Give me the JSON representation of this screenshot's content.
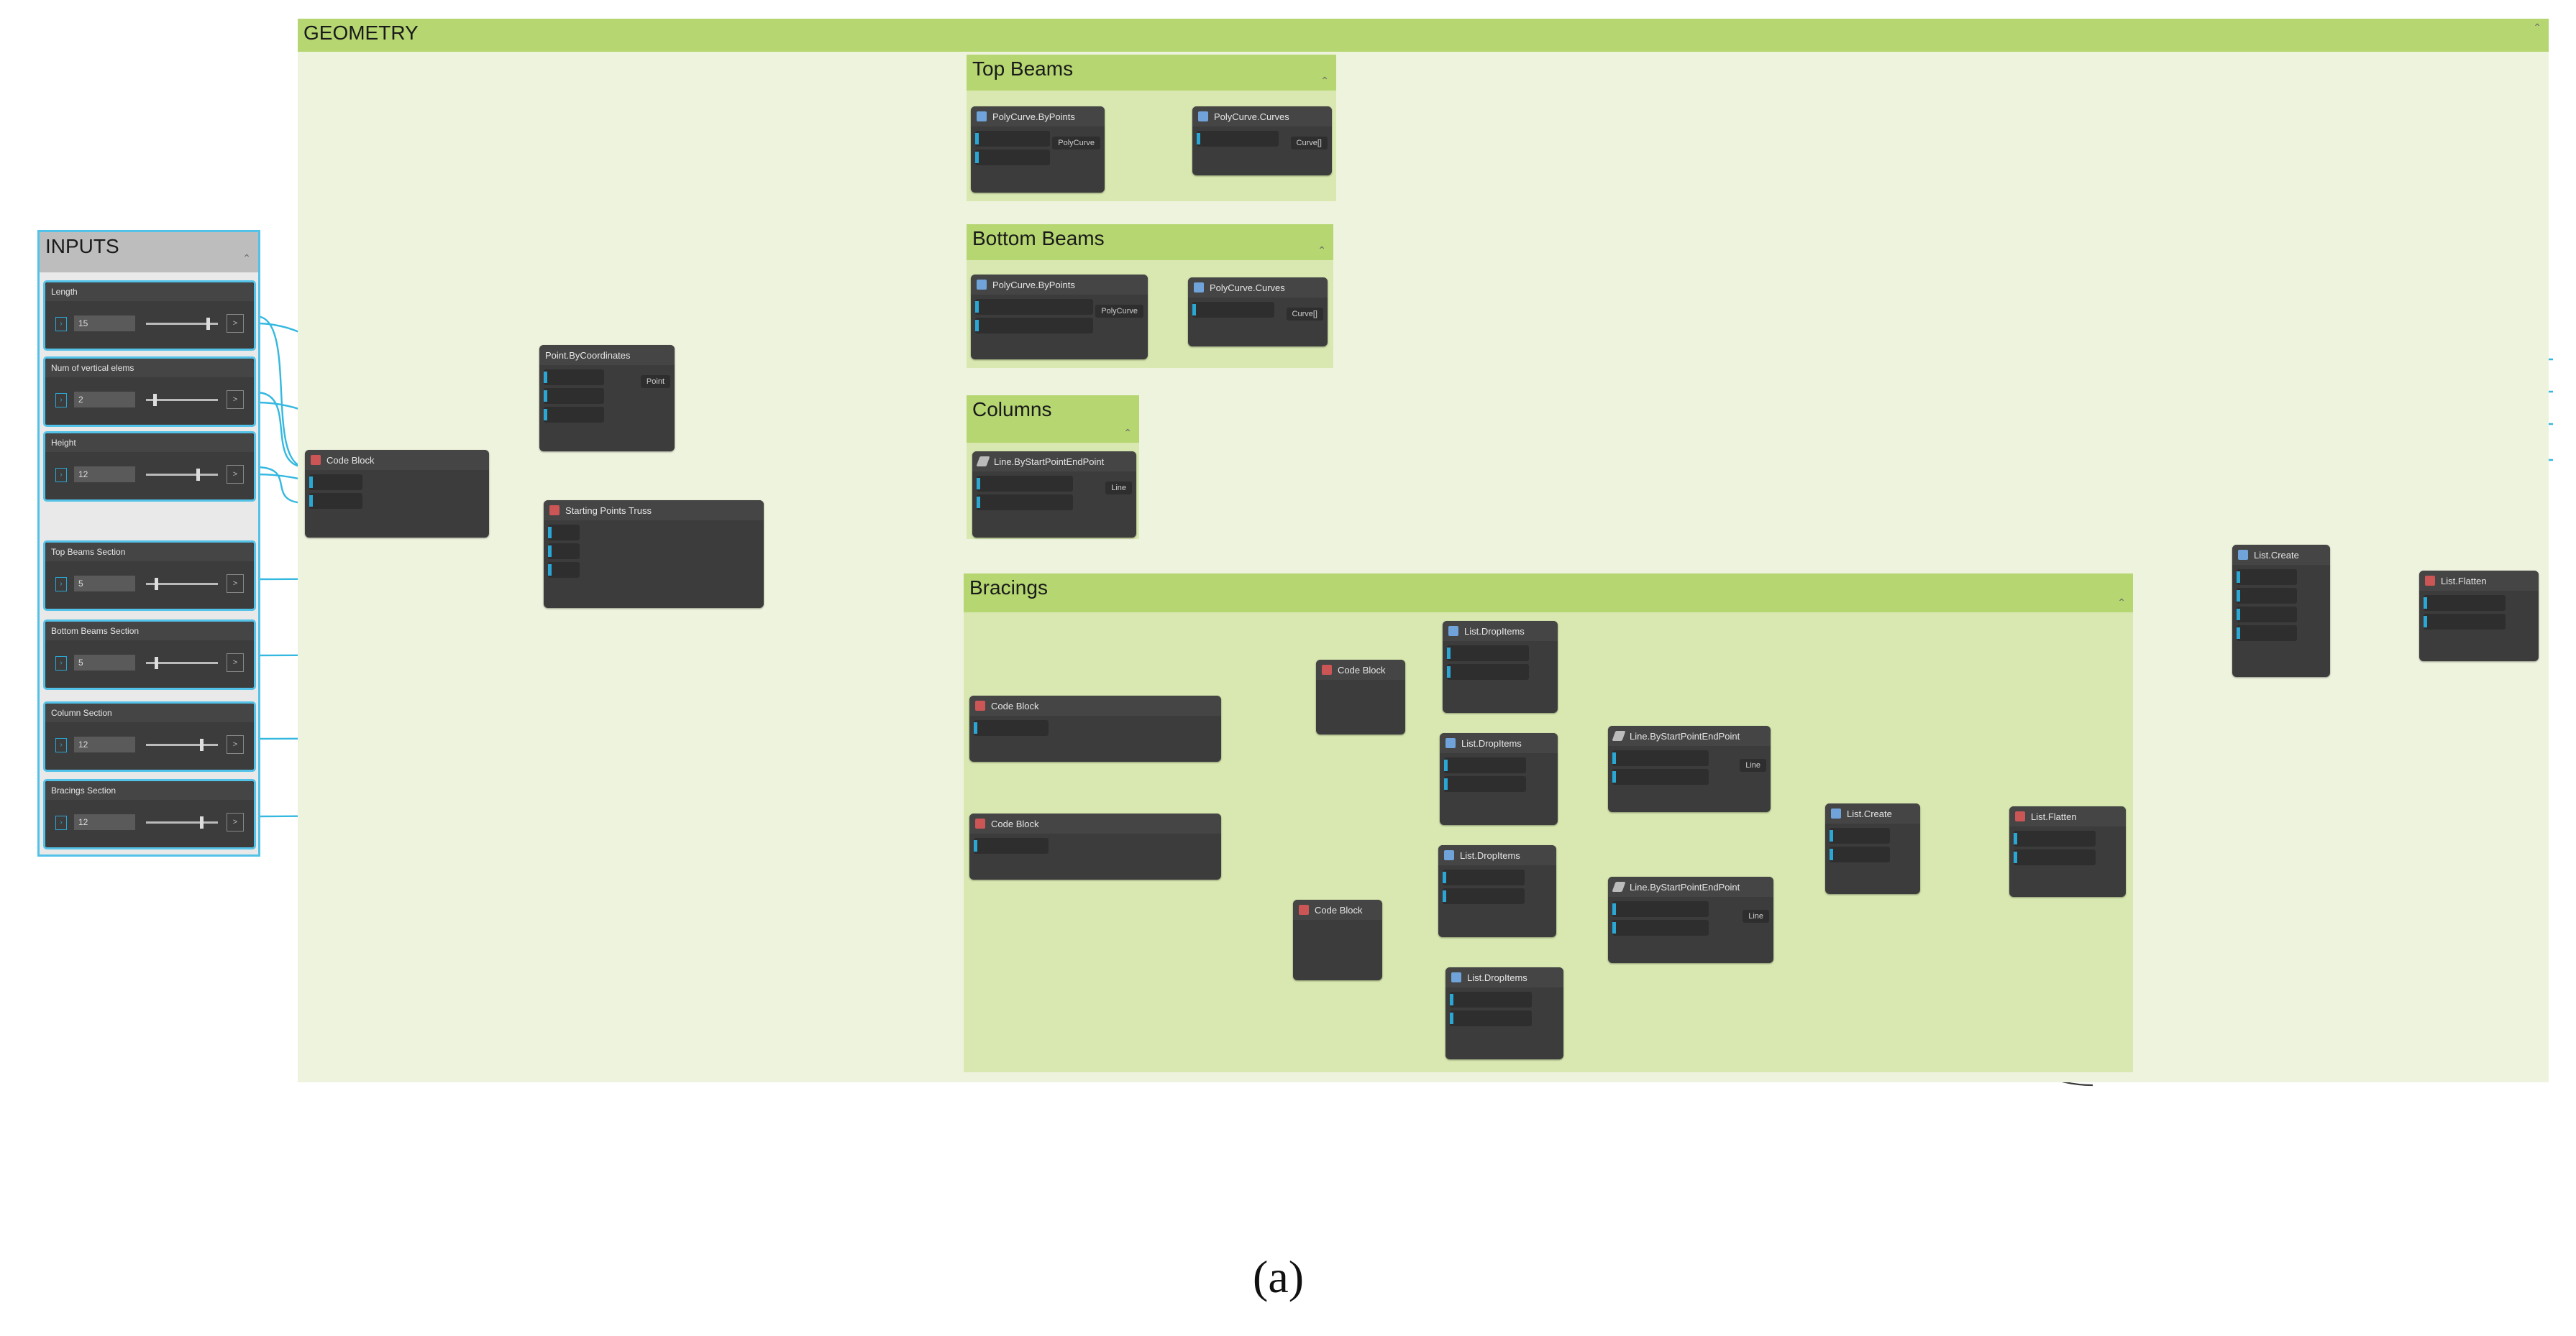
{
  "groups": {
    "geometry": {
      "title": "GEOMETRY"
    },
    "inputs": {
      "title": "INPUTS"
    },
    "top_beams": {
      "title": "Top Beams"
    },
    "bottom_beams": {
      "title": "Bottom Beams"
    },
    "columns": {
      "title": "Columns"
    },
    "bracings": {
      "title": "Bracings"
    }
  },
  "sliders": [
    {
      "label": "Length",
      "value": "15"
    },
    {
      "label": "Num of vertical elems",
      "value": "2"
    },
    {
      "label": "Height",
      "value": "12"
    },
    {
      "label": "Top Beams Section",
      "value": "5"
    },
    {
      "label": "Bottom Beams Section",
      "value": "5"
    },
    {
      "label": "Column Section",
      "value": "12"
    },
    {
      "label": "Bracings Section",
      "value": "12"
    }
  ],
  "nodes": {
    "code_block_main": {
      "title": "Code Block"
    },
    "point_by_coordinates": {
      "title": "Point.ByCoordinates",
      "output": "Point"
    },
    "starting_points": {
      "title": "Starting Points Truss"
    },
    "polycurve_top": {
      "title": "PolyCurve.ByPoints",
      "output": "PolyCurve"
    },
    "polycurve_curves_top": {
      "title": "PolyCurve.Curves",
      "output": "Curve[]"
    },
    "polycurve_bottom": {
      "title": "PolyCurve.ByPoints",
      "output": "PolyCurve"
    },
    "polycurve_curves_bottom": {
      "title": "PolyCurve.Curves",
      "output": "Curve[]"
    },
    "line_columns": {
      "title": "Line.ByStartPointEndPoint",
      "output": "Line"
    },
    "code_block_br1": {
      "title": "Code Block"
    },
    "code_block_br2": {
      "title": "Code Block"
    },
    "code_block_br3": {
      "title": "Code Block"
    },
    "code_block_br4": {
      "title": "Code Block"
    },
    "list_drop_items_1": {
      "title": "List.DropItems"
    },
    "list_drop_items_2": {
      "title": "List.DropItems"
    },
    "list_drop_items_3": {
      "title": "List.DropItems"
    },
    "list_drop_items_4": {
      "title": "List.DropItems"
    },
    "line_bracing_1": {
      "title": "Line.ByStartPointEndPoint",
      "output": "Line"
    },
    "line_bracing_2": {
      "title": "Line.ByStartPointEndPoint",
      "output": "Line"
    },
    "list_create_br": {
      "title": "List.Create"
    },
    "list_flatten_br": {
      "title": "List.Flatten"
    },
    "list_create_main": {
      "title": "List.Create"
    },
    "list_flatten_main": {
      "title": "List.Flatten"
    }
  },
  "caption": "(a)",
  "colors": {
    "geometry_bg": "#eef3dd",
    "group_header": "#b5d671",
    "wire_cyan": "#35b8e0",
    "node_bg": "#3c3c3c"
  }
}
